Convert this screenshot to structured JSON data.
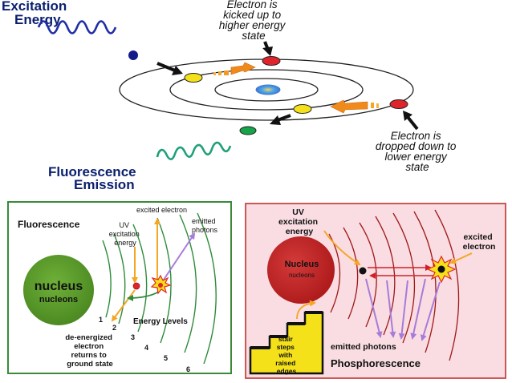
{
  "top": {
    "excitation_line1": "Excitation",
    "excitation_line2": "Energy",
    "kicked_line1": "Electron is",
    "kicked_line2": "kicked up to",
    "kicked_line3": "higher energy",
    "kicked_line4": "state",
    "dropped_line1": "Electron is",
    "dropped_line2": "dropped down to",
    "dropped_line3": "lower energy",
    "dropped_line4": "state",
    "fluorescence_line1": "Fluorescence",
    "fluorescence_line2": "Emission"
  },
  "fluorescence_panel": {
    "title": "Fluorescence",
    "excited_electron": "excited electron",
    "uv_line1": "UV",
    "uv_line2": "excitation",
    "uv_line3": "energy",
    "emitted_line1": "emitted",
    "emitted_line2": "photons",
    "nucleus": "nucleus",
    "nucleons": "nucleons",
    "energy_levels": "Energy Levels",
    "level_numbers": [
      "1",
      "2",
      "3",
      "4",
      "5",
      "6"
    ],
    "deenergized_line1": "de-energized",
    "deenergized_line2": "electron",
    "deenergized_line3": "returns to",
    "deenergized_line4": "ground state"
  },
  "phosphorescence_panel": {
    "uv_line1": "UV",
    "uv_line2": "excitation",
    "uv_line3": "energy",
    "excited_line1": "excited",
    "excited_line2": "electron",
    "nucleus": "Nucleus",
    "nucleons": "nucleons",
    "stair_line1": "stair",
    "stair_line2": "steps",
    "stair_line3": "with",
    "stair_line4": "raised",
    "stair_line5": "edges",
    "emitted_photons": "emitted photons",
    "title": "Phosphorescence"
  },
  "colors": {
    "navy": "#0a1f6e",
    "green_wave": "#1fa07a",
    "electron_red": "#e0242b",
    "electron_yellow": "#f5e11a",
    "nucleus_green": "#5b9a2c",
    "panel_red_bg": "#f9dde2",
    "panel_red_border": "#c0312e",
    "panel_green_border": "#3a8a3a",
    "arrow_orange": "#f5a623",
    "arrow_purple": "#a77bd9"
  }
}
